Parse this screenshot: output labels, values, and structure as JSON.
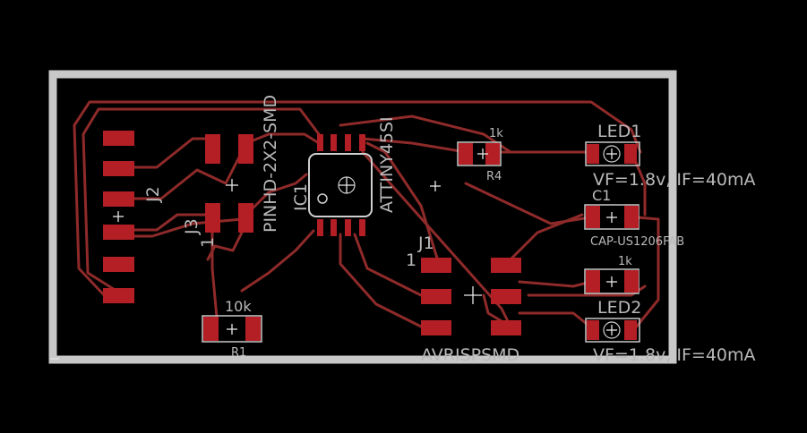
{
  "colors": {
    "background": "#000000",
    "board_outline": "#c8c8c8",
    "trace": "#8f2a2a",
    "pad": "#b31f24",
    "silkscreen_text": "#b9b9b9"
  },
  "labels": {
    "pinhd": "PINHD-2X2-SMD",
    "ic1": "IC1",
    "attiny": "ATTINY45SI",
    "j2": "J2",
    "j3": "J3",
    "j3_pin": "1",
    "j1": "J1",
    "j1_pin": "1",
    "r4_value": "1k",
    "r4": "R4",
    "led1": "LED1",
    "led1_spec": "VF=1.8v, IF=40mA",
    "c1": "C1",
    "c1_package": "CAP-US1206FAB",
    "r_led2_value": "1k",
    "led2": "LED2",
    "led2_spec": "VF=1.8v, IF=40mA",
    "r1_value": "10k",
    "r1": "R1",
    "avrisp": "AVRISPSMD"
  }
}
